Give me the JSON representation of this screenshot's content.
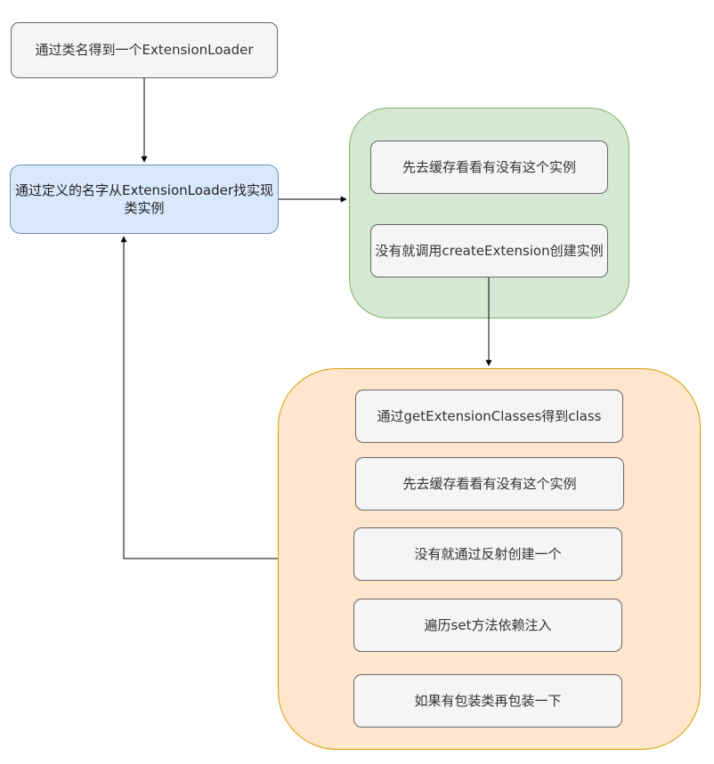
{
  "nodes": {
    "start": "通过类名得到一个ExtensionLoader",
    "find_impl": "通过定义的名字从ExtensionLoader找实现类实例",
    "green_cache": "先去缓存看看有没有这个实例",
    "green_create": "没有就调用createExtension创建实例",
    "orange_get_classes": "通过getExtensionClasses得到class",
    "orange_cache": "先去缓存看看有没有这个实例",
    "orange_reflect": "没有就通过反射创建一个",
    "orange_inject": "遍历set方法依赖注入",
    "orange_wrap": "如果有包装类再包装一下"
  },
  "colors": {
    "gray_fill": "#f5f5f5",
    "gray_stroke": "#666666",
    "blue_fill": "#dae8fc",
    "blue_stroke": "#6c8ebf",
    "green_fill": "#d5e8d4",
    "green_stroke": "#82b366",
    "orange_fill": "#ffe6cc",
    "orange_stroke": "#d79b00",
    "edge": "#000000"
  }
}
